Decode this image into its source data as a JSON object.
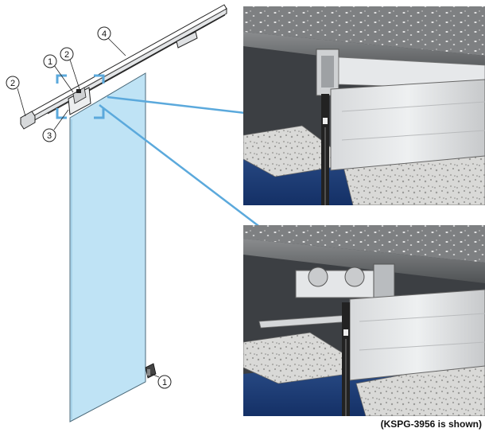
{
  "callouts": {
    "c1_top": "1",
    "c2_top": "2",
    "c2_left": "2",
    "c3": "3",
    "c4": "4",
    "c1_bottom": "1"
  },
  "caption": "(KSPG-3956 is shown)",
  "colors": {
    "glass": "#bfe3f5",
    "highlight_arrow": "#5ba9dc",
    "rail": "#e8eaec"
  }
}
